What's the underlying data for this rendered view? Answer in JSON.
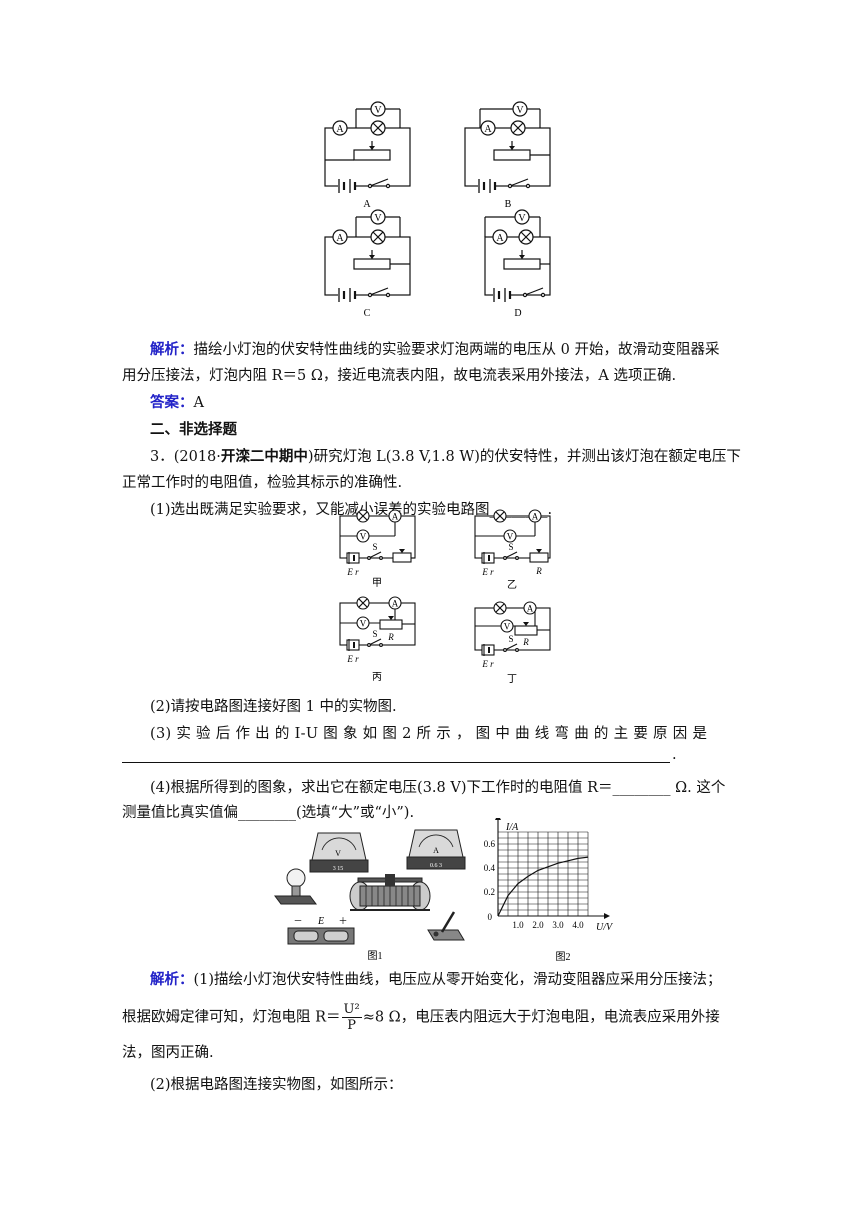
{
  "circuit_labels_a": [
    "A",
    "B",
    "C",
    "D"
  ],
  "meter_letters": {
    "ammeter": "A",
    "voltmeter": "V"
  },
  "analysis_label": "解析：",
  "analysis_2_line1": "描绘小灯泡的伏安特性曲线的实验要求灯泡两端的电压从 0 开始，故滑动变阻器采",
  "analysis_2_line2": "用分压接法，灯泡内阻 R＝5 Ω，接近电流表内阻，故电流表采用外接法，A 选项正确.",
  "answer_label": "答案：",
  "answer_value": "A",
  "section_title": "二、非选择题",
  "q3_line1_pre": "3．(2018·",
  "q3_line1_bold": "开滦二中期中",
  "q3_line1_post": ")研究灯泡 L(3.8 V,1.8 W)的伏安特性，并测出该灯泡在额定电压下",
  "q3_line2": "正常工作时的电阻值，检验其标示的准确性.",
  "q3_part1": "(1)选出既满足实验要求，又能减小误差的实验电路图________.",
  "circuit_labels_b": [
    "甲",
    "乙",
    "丙",
    "丁"
  ],
  "circuit_small_labels": {
    "switch": "S",
    "emf": "E r",
    "rheostat": "R"
  },
  "q3_part2": "(2)请按电路图连接好图 1 中的实物图.",
  "q3_part3_line1": "(3) 实 验 后 作 出 的  I-U  图 象 如 图 2 所 示 ， 图 中 曲 线 弯 曲 的 主 要 原 因 是",
  "q3_part3_end": ".",
  "q3_part4_line1": "(4)根据所得到的图象，求出它在额定电压(3.8 V)下工作时的电阻值 R＝________ Ω. 这个",
  "q3_part4_line2": "测量值比真实值偏________(选填“大”或“小”).",
  "fig1_caption": "图1",
  "fig2_caption": "图2",
  "fig1_labels": {
    "battery": "E",
    "minus": "－",
    "plus": "＋",
    "voltmeter_scale": "3 15",
    "ammeter_scale": "0.6 3"
  },
  "chart_data": {
    "type": "line",
    "xlabel": "U/V",
    "ylabel": "I/A",
    "x_ticks": [
      "1.0",
      "2.0",
      "3.0",
      "4.0"
    ],
    "y_ticks": [
      "0.6",
      "0.4",
      "0.2"
    ],
    "origin_label": "0",
    "xlim": [
      0,
      4.5
    ],
    "ylim": [
      0,
      0.7
    ],
    "grid": true,
    "series": [
      {
        "x": [
          0,
          0.5,
          1.0,
          1.5,
          2.0,
          2.5,
          3.0,
          3.5,
          4.0,
          4.5
        ],
        "y": [
          0,
          0.17,
          0.27,
          0.33,
          0.38,
          0.41,
          0.44,
          0.46,
          0.48,
          0.49
        ]
      }
    ]
  },
  "analysis_3_line1": "(1)描绘小灯泡伏安特性曲线，电压应从零开始变化，滑动变阻器应采用分压接法；",
  "analysis_3_line2_pre": "根据欧姆定律可知，灯泡电阻 R＝",
  "analysis_3_frac_num": "U²",
  "analysis_3_frac_den": "P",
  "analysis_3_line2_post": "≈8 Ω，电压表内阻远大于灯泡电阻，电流表应采用外接",
  "analysis_3_line3": "法，图丙正确.",
  "analysis_3_part2": "(2)根据电路图连接实物图，如图所示："
}
